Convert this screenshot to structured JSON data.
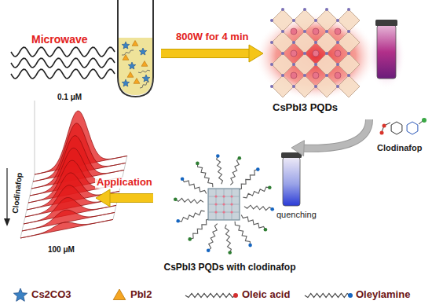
{
  "diagram": {
    "nodes": [
      {
        "text": [
          "Microwave"
        ]
      },
      {
        "text": [
          "CsPbI3 PQDs"
        ]
      },
      {
        "text": [
          "CsPbI3 PQDs with clodinafop"
        ]
      },
      {
        "text": [
          "0.1 μM",
          "Clodinafop",
          "100 μM"
        ]
      }
    ],
    "edges": [
      {
        "from": 0,
        "to": 1,
        "arrow": "to",
        "label": "800W for 4 min"
      },
      {
        "from": 1,
        "to": 2,
        "arrow": "to",
        "label": "Clodinafop"
      },
      {
        "from": 2,
        "to": 3,
        "arrow": "to",
        "label": "Application"
      }
    ],
    "labels": [
      "quenching"
    ],
    "legend": [
      {
        "text": "Cs2CO3"
      },
      {
        "text": "PbI2"
      },
      {
        "text": "Oleic acid"
      },
      {
        "text": "Oleylamine"
      }
    ]
  }
}
